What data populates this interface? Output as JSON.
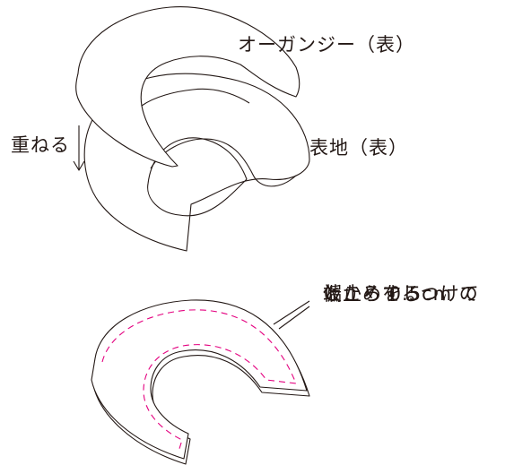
{
  "labels": {
    "organdy": "オーガンジー（表）",
    "outer_fabric": "表地（表）",
    "overlap": "重ねる",
    "instruction_lines": [
      "端から 0.5cm の",
      "ところをしつけて",
      "仮止めする"
    ]
  },
  "colors": {
    "outline": "#231815",
    "basting_stitch": "#e4007f",
    "background": "#ffffff"
  }
}
